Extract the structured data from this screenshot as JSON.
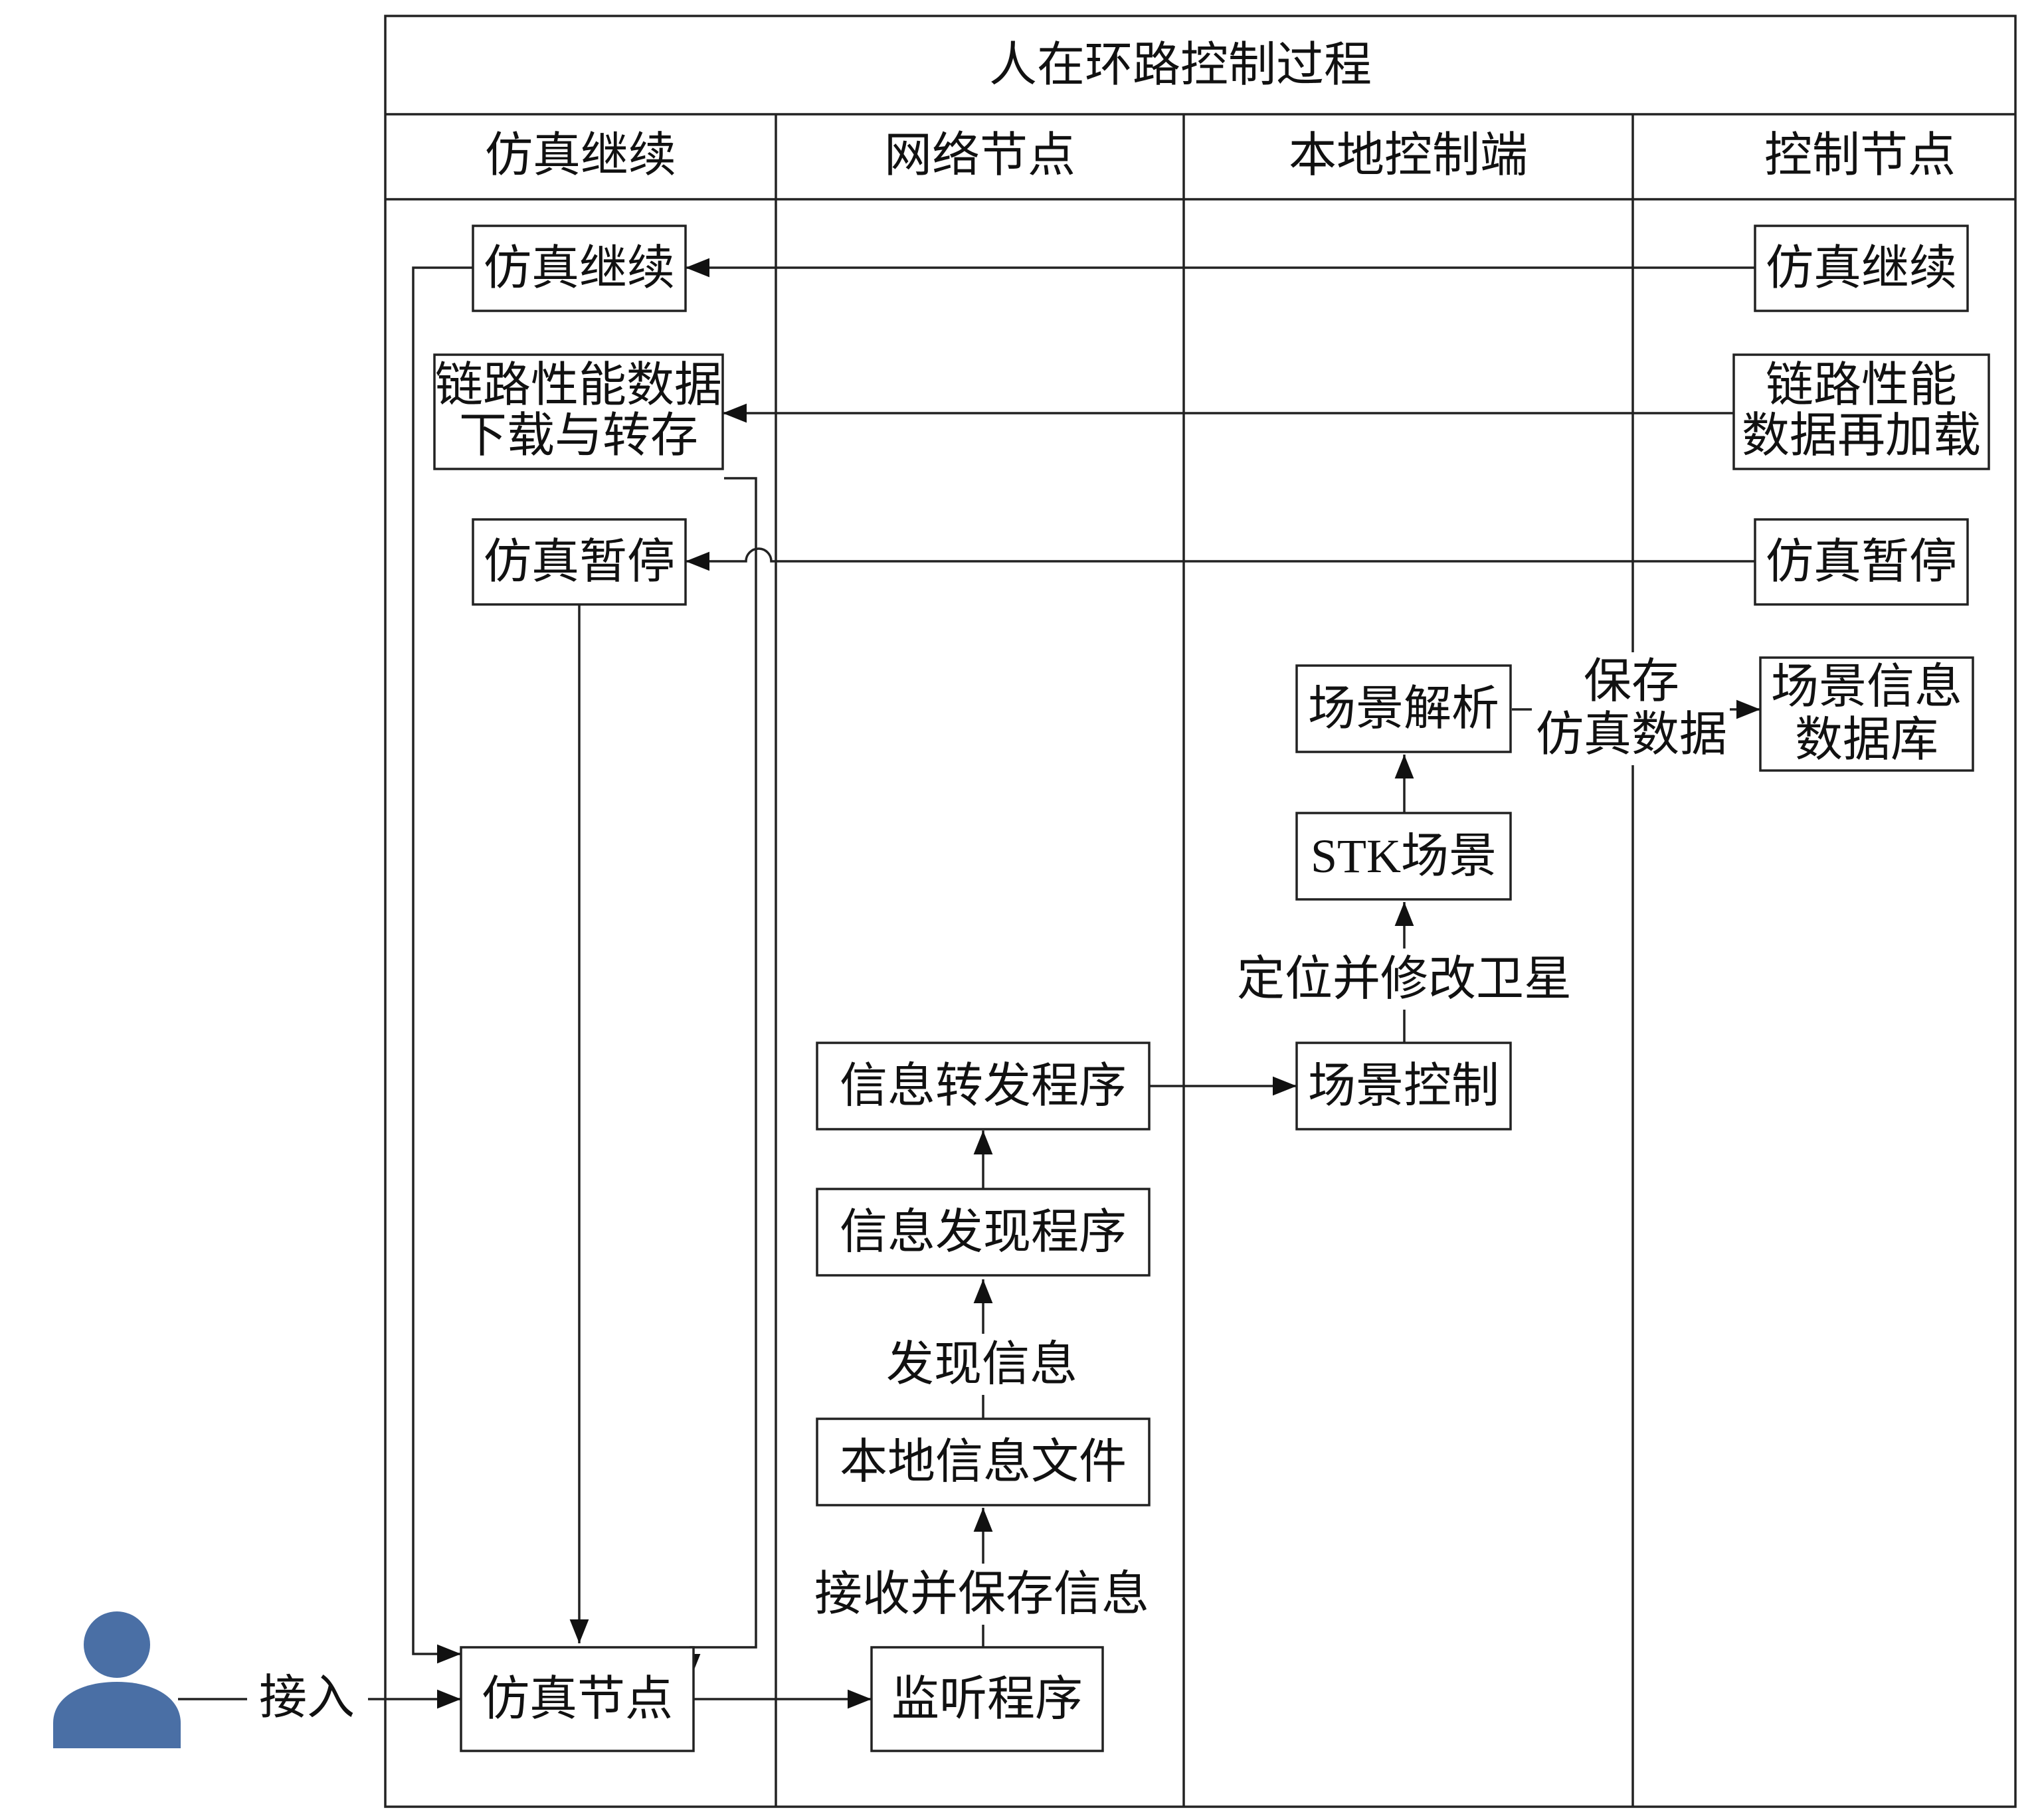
{
  "title": "人在环路控制过程",
  "lanes": [
    {
      "id": "sim",
      "label": "仿真继续"
    },
    {
      "id": "net",
      "label": "网络节点"
    },
    {
      "id": "local",
      "label": "本地控制端"
    },
    {
      "id": "ctrl",
      "label": "控制节点"
    }
  ],
  "nodes": {
    "sim_continue_left": [
      "仿真继续"
    ],
    "link_download": [
      "链路性能数据",
      "下载与转存"
    ],
    "sim_pause_left": [
      "仿真暂停"
    ],
    "sim_node": [
      "仿真节点"
    ],
    "listener": [
      "监听程序"
    ],
    "local_info_file": [
      "本地信息文件"
    ],
    "info_discovery": [
      "信息发现程序"
    ],
    "info_forward": [
      "信息转发程序"
    ],
    "scene_control": [
      "场景控制"
    ],
    "stk_scene": [
      "STK场景"
    ],
    "scene_parse": [
      "场景解析"
    ],
    "sim_continue_right": [
      "仿真继续"
    ],
    "link_reload": [
      "链路性能",
      "数据再加载"
    ],
    "sim_pause_right": [
      "仿真暂停"
    ],
    "scene_db": [
      "场景信息",
      "数据库"
    ]
  },
  "edge_labels": {
    "access": "接入",
    "receive_save": "接收并保存信息",
    "discover": "发现信息",
    "locate_modify": "定位并修改卫星",
    "save_sim_data": [
      "保存",
      "仿真数据"
    ]
  },
  "actor": {
    "icon": "user-icon",
    "color": "#4a6fa5"
  }
}
